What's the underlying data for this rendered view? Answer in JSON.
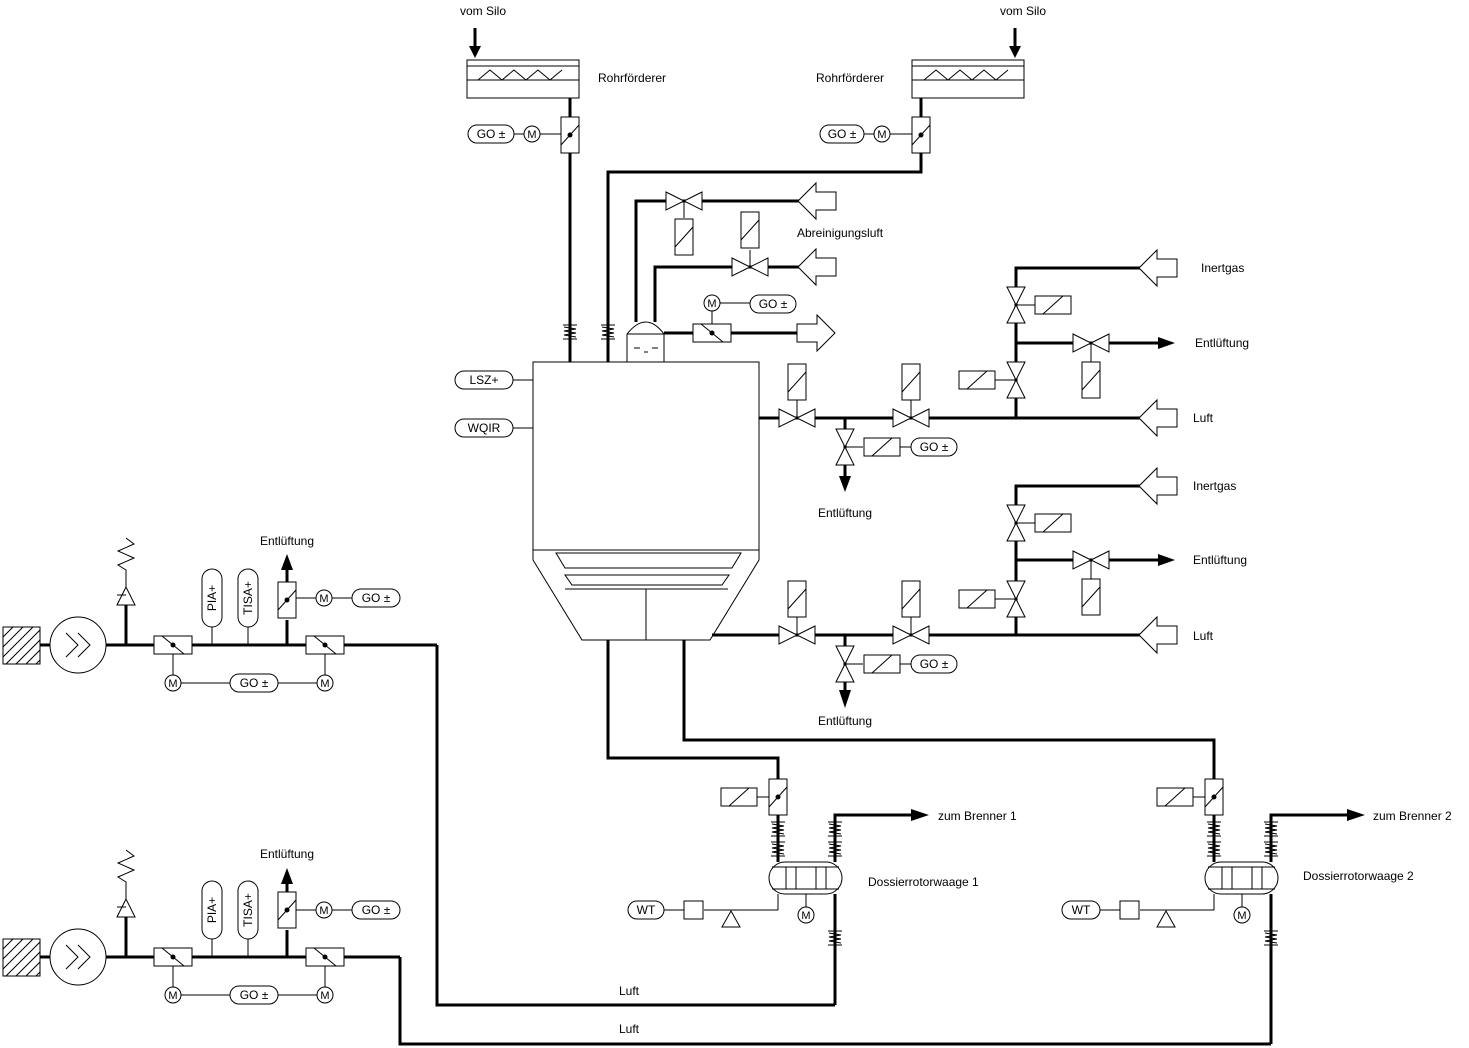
{
  "labels": {
    "from_silo": "vom Silo",
    "tube_conveyor": "Rohrförderer",
    "cleaning_air": "Abreinigungsluft",
    "inert_gas": "Inertgas",
    "vent": "Entlüftung",
    "air": "Luft",
    "to_burner_1": "zum Brenner 1",
    "to_burner_2": "zum Brenner 2",
    "dosing_scale_1": "Dossierrotorwaage 1",
    "dosing_scale_2": "Dossierrotorwaage 2"
  },
  "instruments": {
    "go": "GO ±",
    "lsz": "LSZ+",
    "wqir": "WQIR",
    "pia": "PIA+",
    "tisa": "TISA+",
    "wt": "WT",
    "motor": "M"
  }
}
